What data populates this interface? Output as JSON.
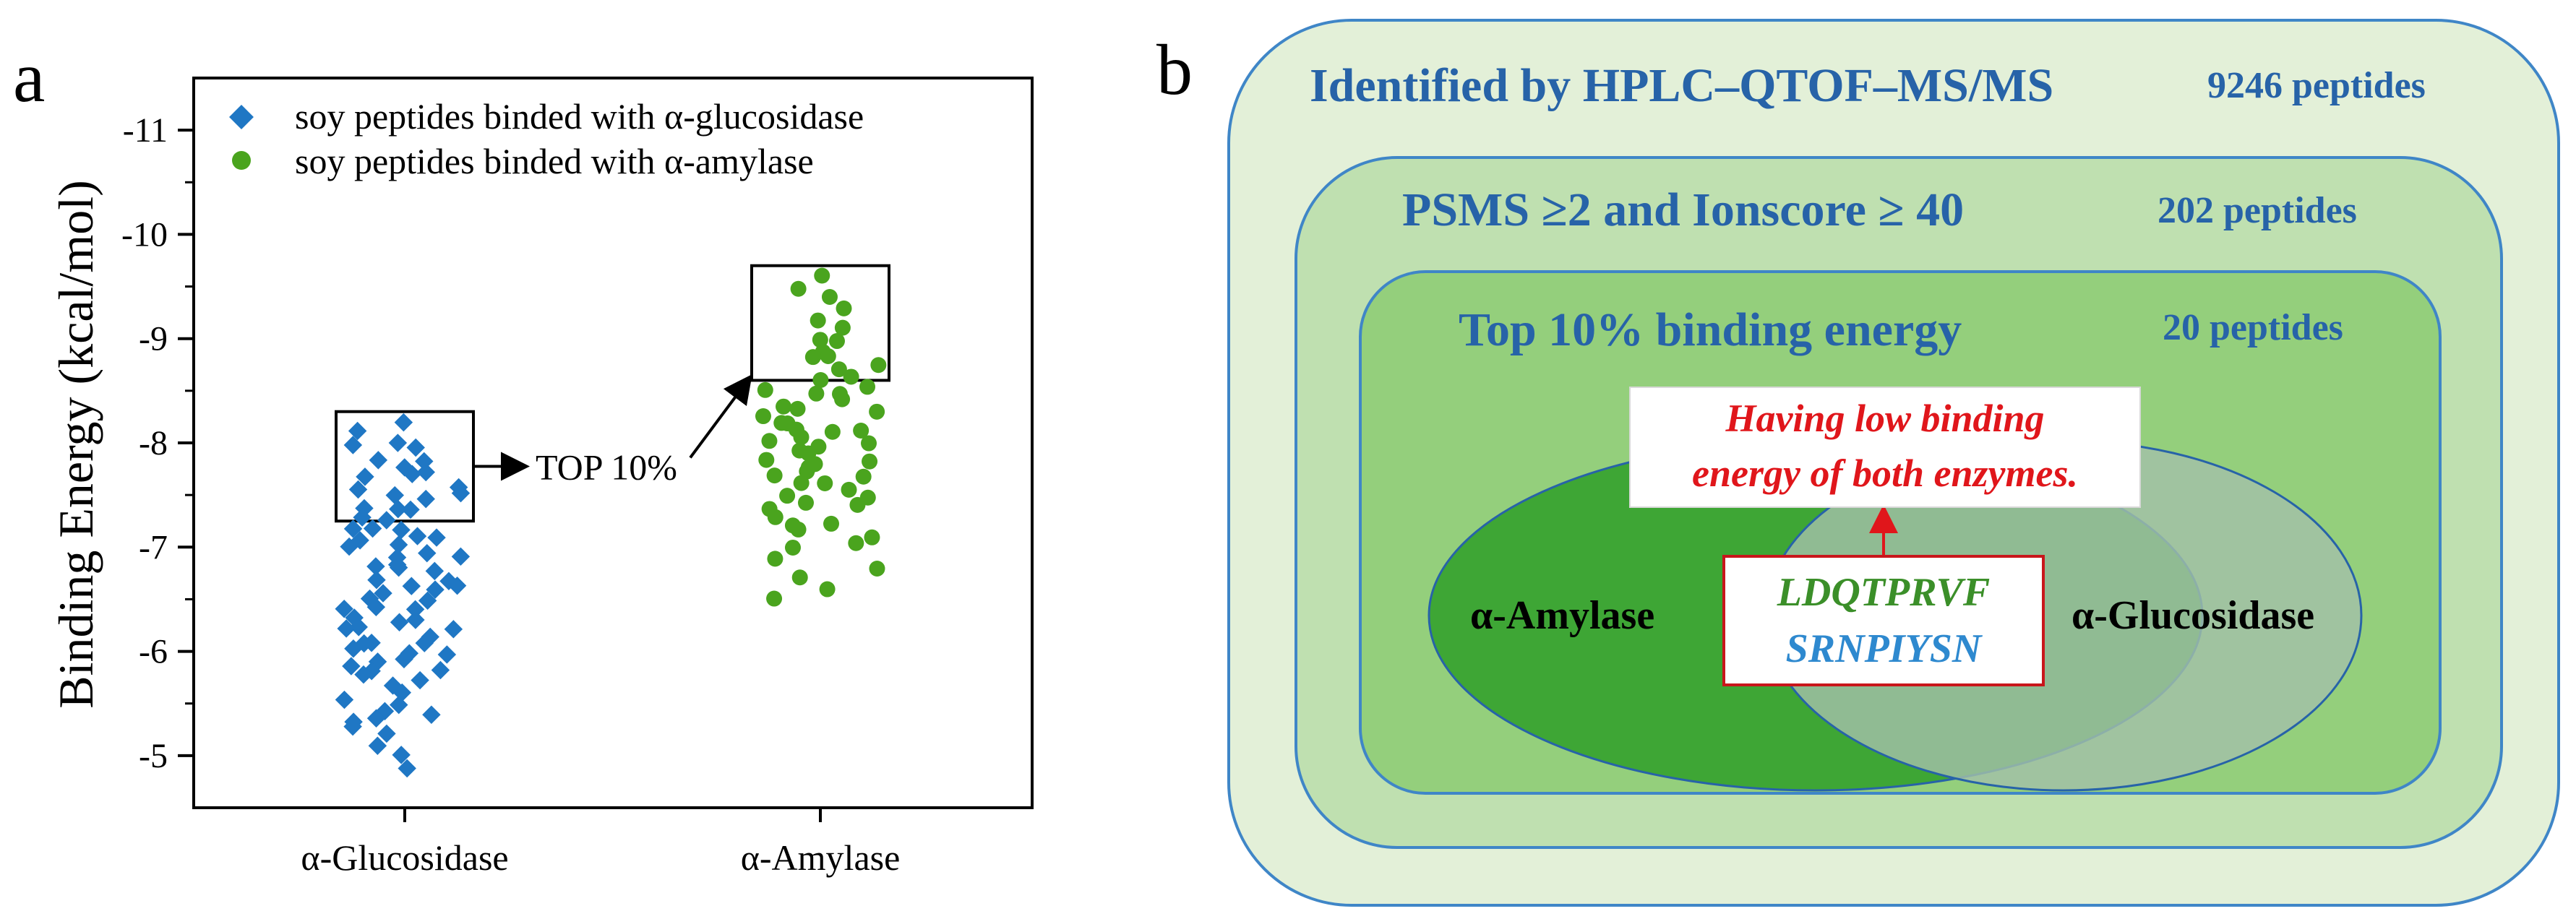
{
  "panel_a": {
    "label": "a",
    "top_annotation": "TOP 10%"
  },
  "panel_b": {
    "label": "b",
    "outer": {
      "title": "Identified by HPLC–QTOF–MS/MS",
      "count": "9246 peptides"
    },
    "middle": {
      "title": "PSMS ≥2 and Ionscore ≥ 40",
      "count": "202 peptides"
    },
    "inner": {
      "title": "Top 10% binding energy",
      "count": "20 peptides"
    },
    "callout": {
      "line1": "Having low binding",
      "line2": "energy of both enzymes."
    },
    "venn": {
      "left_label": "α-Amylase",
      "right_label": "α-Glucosidase",
      "common_peptides": [
        "LDQTPRVF",
        "SRNPIYSN"
      ]
    },
    "colors": {
      "outer_fill": "#e3f0d8",
      "middle_fill": "#bfe0b0",
      "inner_fill": "#94cf7c",
      "amylase_fill": "#3ea635",
      "glucosidase_fill": "#a2bfa8",
      "title_blue": "#2763a8",
      "callout_red": "#e0161b",
      "peptide_green": "#3b8f29",
      "peptide_blue": "#2e89cf"
    }
  },
  "chart_data": {
    "type": "scatter",
    "ylabel": "Binding Energy (kcal/mol)",
    "xlabel": "",
    "categories": [
      "α-Glucosidase",
      "α-Amylase"
    ],
    "y_axis_inverted": true,
    "ylim": [
      -4.5,
      -11.5
    ],
    "yticks": [
      -5,
      -6,
      -7,
      -8,
      -9,
      -10,
      -11
    ],
    "ytick_labels": [
      "-5",
      "-6",
      "-7",
      "-8",
      "-9",
      "-10",
      "-11"
    ],
    "legend_position": "top-left",
    "series": [
      {
        "name": "soy peptides binded with α-glucosidase",
        "category": "α-Glucosidase",
        "marker": "diamond",
        "color": "#1f77c4",
        "y": [
          -8.2,
          -8.1,
          -8.0,
          -8.0,
          -7.95,
          -7.85,
          -7.8,
          -7.75,
          -7.7,
          -7.7,
          -7.65,
          -7.6,
          -7.55,
          -7.5,
          -7.5,
          -7.45,
          -7.4,
          -7.35,
          -7.35,
          -7.3,
          -7.25,
          -7.2,
          -7.2,
          -7.15,
          -7.1,
          -7.1,
          -7.05,
          -7.0,
          -7.0,
          -6.95,
          -6.9,
          -6.9,
          -6.85,
          -6.8,
          -6.8,
          -6.75,
          -6.7,
          -6.7,
          -6.65,
          -6.6,
          -6.6,
          -6.55,
          -6.5,
          -6.5,
          -6.45,
          -6.4,
          -6.4,
          -6.35,
          -6.3,
          -6.3,
          -6.25,
          -6.2,
          -6.2,
          -6.15,
          -6.1,
          -6.1,
          -6.05,
          -6.0,
          -6.0,
          -5.95,
          -5.9,
          -5.9,
          -5.85,
          -5.8,
          -5.8,
          -5.75,
          -5.7,
          -5.65,
          -5.6,
          -5.55,
          -5.5,
          -5.45,
          -5.4,
          -5.35,
          -5.3,
          -5.3,
          -5.2,
          -5.1,
          -5.0,
          -4.9
        ]
      },
      {
        "name": "soy peptides binded with α-amylase",
        "category": "α-Amylase",
        "marker": "circle",
        "color": "#4aa41e",
        "y": [
          -9.6,
          -9.5,
          -9.4,
          -9.3,
          -9.2,
          -9.1,
          -9.0,
          -9.0,
          -8.9,
          -8.85,
          -8.8,
          -8.75,
          -8.7,
          -8.65,
          -8.6,
          -8.55,
          -8.5,
          -8.5,
          -8.45,
          -8.4,
          -8.35,
          -8.3,
          -8.3,
          -8.25,
          -8.2,
          -8.2,
          -8.15,
          -8.1,
          -8.1,
          -8.05,
          -8.0,
          -8.0,
          -7.95,
          -7.9,
          -7.9,
          -7.85,
          -7.8,
          -7.8,
          -7.75,
          -7.7,
          -7.7,
          -7.65,
          -7.6,
          -7.6,
          -7.55,
          -7.5,
          -7.5,
          -7.45,
          -7.4,
          -7.35,
          -7.3,
          -7.25,
          -7.2,
          -7.15,
          -7.1,
          -7.05,
          -7.0,
          -6.9,
          -6.8,
          -6.7,
          -6.6,
          -6.5
        ]
      }
    ],
    "highlight_boxes": [
      {
        "category": "α-Glucosidase",
        "y_range": [
          -7.25,
          -8.3
        ]
      },
      {
        "category": "α-Amylase",
        "y_range": [
          -8.6,
          -9.7
        ]
      }
    ],
    "annotation": "TOP 10%"
  }
}
